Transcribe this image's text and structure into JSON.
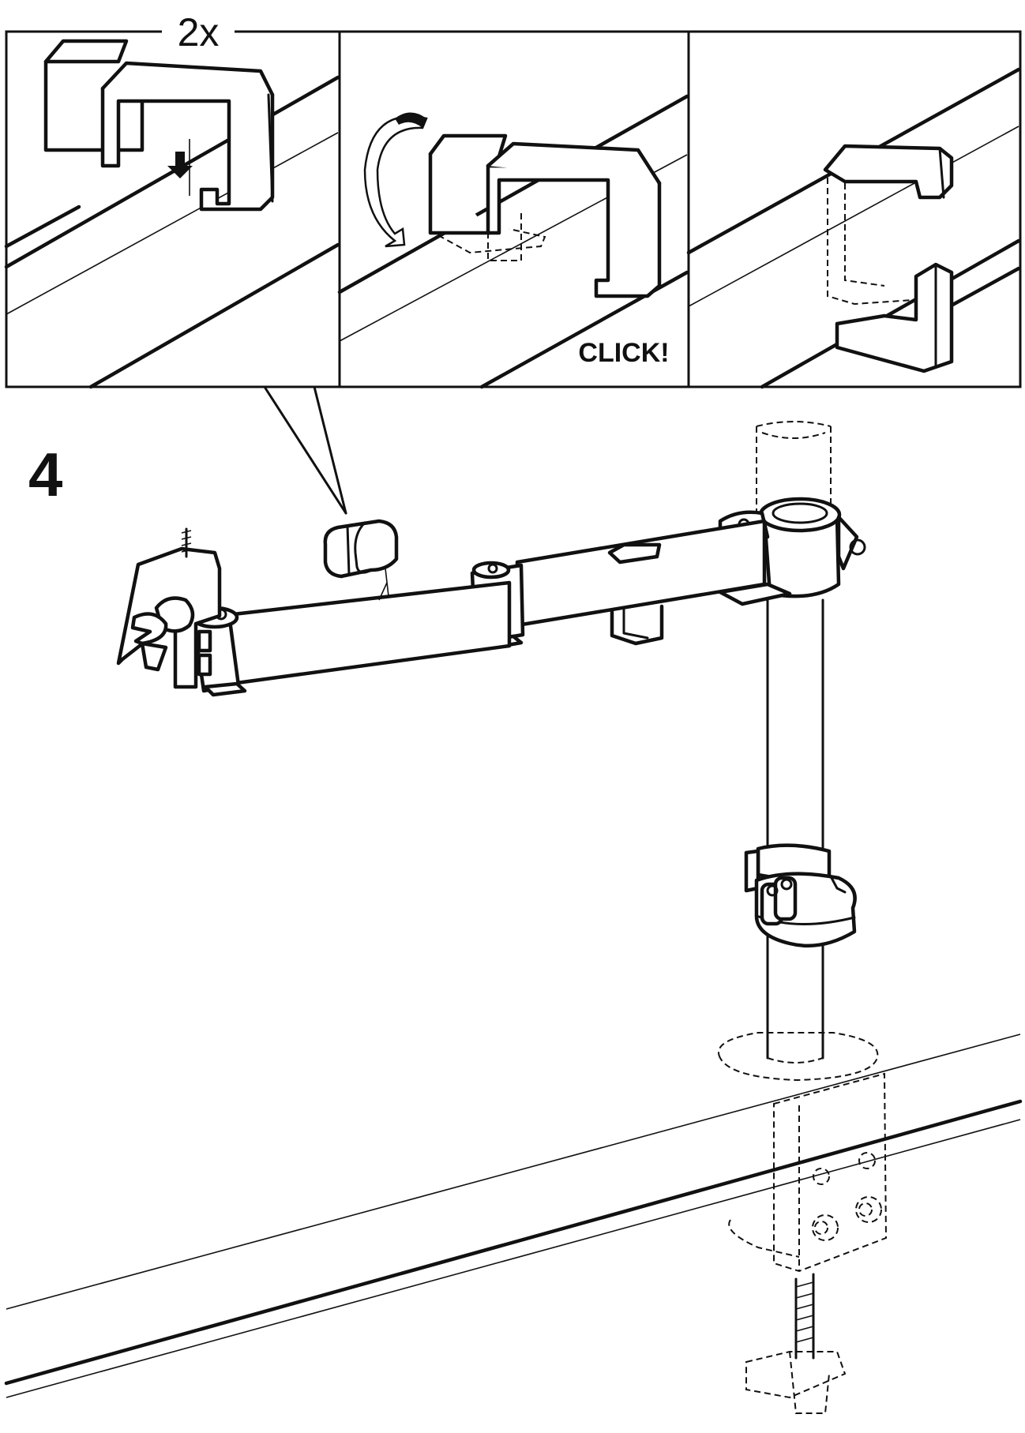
{
  "step_number": "4",
  "quantity_label": "2x",
  "click_label": "CLICK!"
}
